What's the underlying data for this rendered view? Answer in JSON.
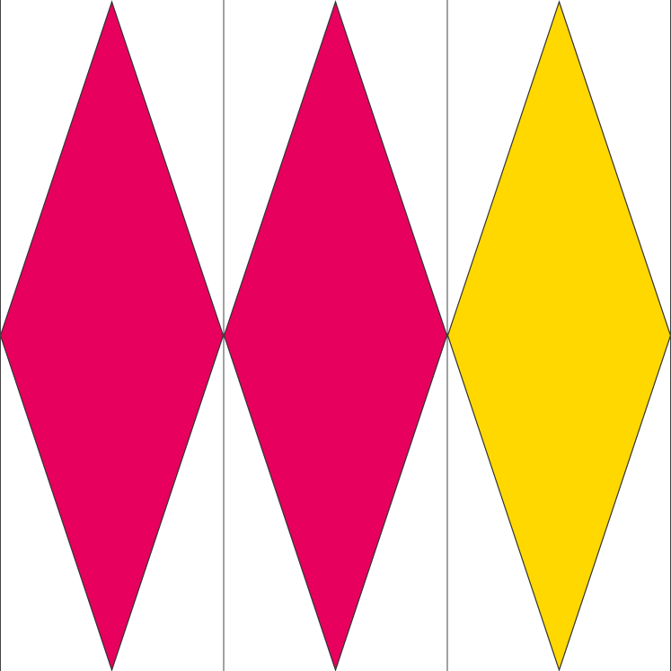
{
  "panels": [
    {
      "shape": "diamond",
      "color": "#E8005E"
    },
    {
      "shape": "diamond",
      "color": "#E8005E"
    },
    {
      "shape": "diamond",
      "color": "#FFD800"
    }
  ],
  "divider_color": "#444444",
  "outline_color": "#333333",
  "background_color": "#FFFFFF"
}
